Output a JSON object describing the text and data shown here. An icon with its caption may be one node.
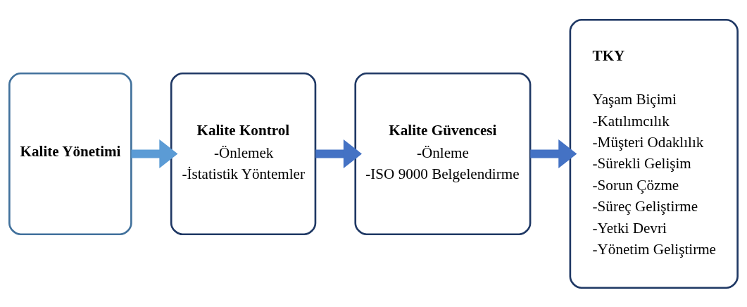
{
  "diagram": {
    "nodes": [
      {
        "text": [
          "Kalite Yönetimi"
        ]
      },
      {
        "text": [
          "Kalite Kontrol",
          "-Önlemek",
          "-İstatistik Yöntemler"
        ]
      },
      {
        "text": [
          "Kalite Güvencesi",
          "-Önleme",
          "-ISO 9000 Belgelendirme"
        ]
      },
      {
        "text": [
          "TKY",
          "Yaşam Biçimi",
          "-Katılımcılık",
          "-Müşteri Odaklılık",
          "-Sürekli Gelişim",
          "-Sorun Çözme",
          "-Süreç Geliştirme",
          "-Yetki Devri",
          "-Yönetim Geliştirme"
        ]
      }
    ],
    "edges": [
      {
        "from": 0,
        "to": 1,
        "arrow": "to",
        "color": "#5b9bd5"
      },
      {
        "from": 1,
        "to": 2,
        "arrow": "to"
      },
      {
        "from": 2,
        "to": 3,
        "arrow": "to"
      }
    ]
  }
}
